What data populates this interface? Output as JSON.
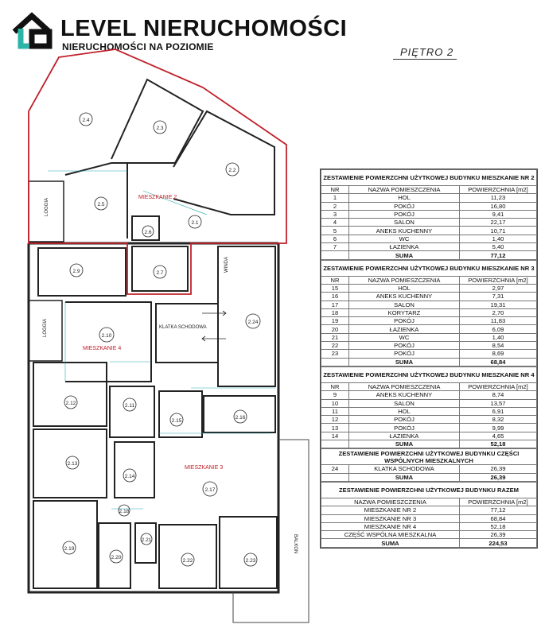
{
  "brand": {
    "name": "LEVEL NIERUCHOMOŚCI",
    "tagline": "NIERUCHOMOŚCI NA POZIOMIE",
    "colors": {
      "primary": "#111111",
      "accent": "#2bb5a8"
    }
  },
  "floor_label": "PIĘTRO 2",
  "plan": {
    "apartments": [
      {
        "label": "MIESZKANIE 2"
      },
      {
        "label": "MIESZKANIE 4"
      },
      {
        "label": "MIESZKANIE 3"
      }
    ],
    "rooms": [
      "2.1",
      "2.2",
      "2.3",
      "2.4",
      "2.5",
      "2.6",
      "2.7",
      "2.9",
      "2.10",
      "2.11",
      "2.12",
      "2.13",
      "2.14",
      "2.15",
      "2.16",
      "2.17",
      "2.18",
      "2.19",
      "2.20",
      "2.21",
      "2.22",
      "2.23",
      "2.24"
    ],
    "labels": {
      "loggia": "LOGGIA",
      "staircase": "KLATKA SCHODOWA",
      "elevator": "WINDA",
      "balcony": "BALKON"
    },
    "colors": {
      "apartment_2_outline": "#c0202a",
      "label_red": "#c0202a",
      "dim_lines": "#2aa7b0",
      "walls": "#222222"
    }
  },
  "tables": [
    {
      "title": "ZESTAWIENIE POWIERZCHNI UŻYTKOWEJ BUDYNKU MIESZKANIE NR 2",
      "headers": [
        "NR",
        "NAZWA POMIESZCZENIA",
        "POWIERZCHNIA [m2]"
      ],
      "rows": [
        [
          "1",
          "HOL",
          "11,23"
        ],
        [
          "2",
          "POKÓJ",
          "16,80"
        ],
        [
          "3",
          "POKÓJ",
          "9,41"
        ],
        [
          "4",
          "SALON",
          "22,17"
        ],
        [
          "5",
          "ANEKS KUCHENNY",
          "10,71"
        ],
        [
          "6",
          "WC",
          "1,40"
        ],
        [
          "7",
          "ŁAZIENKA",
          "5,40"
        ]
      ],
      "sum_label": "SUMA",
      "sum": "77,12"
    },
    {
      "title": "ZESTAWIENIE POWIERZCHNI UŻYTKOWEJ BUDYNKU MIESZKANIE NR 3",
      "headers": [
        "NR",
        "NAZWA POMIESZCZENIA",
        "POWIERZCHNIA [m2]"
      ],
      "rows": [
        [
          "15",
          "HOL",
          "2,97"
        ],
        [
          "16",
          "ANEKS KUCHENNY",
          "7,31"
        ],
        [
          "17",
          "SALON",
          "19,31"
        ],
        [
          "18",
          "KORYTARZ",
          "2,70"
        ],
        [
          "19",
          "POKÓJ",
          "11,83"
        ],
        [
          "20",
          "ŁAZIENKA",
          "6,09"
        ],
        [
          "21",
          "WC",
          "1,40"
        ],
        [
          "22",
          "POKÓJ",
          "8,54"
        ],
        [
          "23",
          "POKÓJ",
          "8,69"
        ]
      ],
      "sum_label": "SUMA",
      "sum": "68,84"
    },
    {
      "title": "ZESTAWIENIE POWIERZCHNI UŻYTKOWEJ BUDYNKU MIESZKANIE NR 4",
      "headers": [
        "NR",
        "NAZWA POMIESZCZENIA",
        "POWIERZCHNIA [m2]"
      ],
      "rows": [
        [
          "9",
          "ANEKS KUCHENNY",
          "8,74"
        ],
        [
          "10",
          "SALON",
          "13,57"
        ],
        [
          "11",
          "HOL",
          "6,91"
        ],
        [
          "12",
          "POKÓJ",
          "8,32"
        ],
        [
          "13",
          "POKÓJ",
          "9,99"
        ],
        [
          "14",
          "ŁAZIENKA",
          "4,65"
        ]
      ],
      "sum_label": "SUMA",
      "sum": "52,18"
    },
    {
      "title": "ZESTAWIENIE POWIERZCHNI UŻYTKOWEJ BUDYNKU CZĘŚCI WSPÓLNYCH MIESZKALNYCH",
      "headers": [],
      "rows": [
        [
          "24",
          "KLATKA SCHODOWA",
          "26,39"
        ]
      ],
      "sum_label": "SUMA",
      "sum": "26,39"
    },
    {
      "title": "ZESTAWIENIE POWIERZCHNI UŻYTKOWEJ BUDYNKU RAZEM",
      "headers": [
        "NAZWA POMIESZCZENIA",
        "POWIERZCHNIA [m2]"
      ],
      "rows": [
        [
          "MIESZKANIE NR 2",
          "77,12"
        ],
        [
          "MIESZKANIE NR 3",
          "68,84"
        ],
        [
          "MIESZKANIE NR 4",
          "52,18"
        ],
        [
          "CZĘŚĆ WSPÓLNA MIESZKALNA",
          "26,39"
        ]
      ],
      "sum_label": "SUMA",
      "sum": "224,53"
    }
  ]
}
